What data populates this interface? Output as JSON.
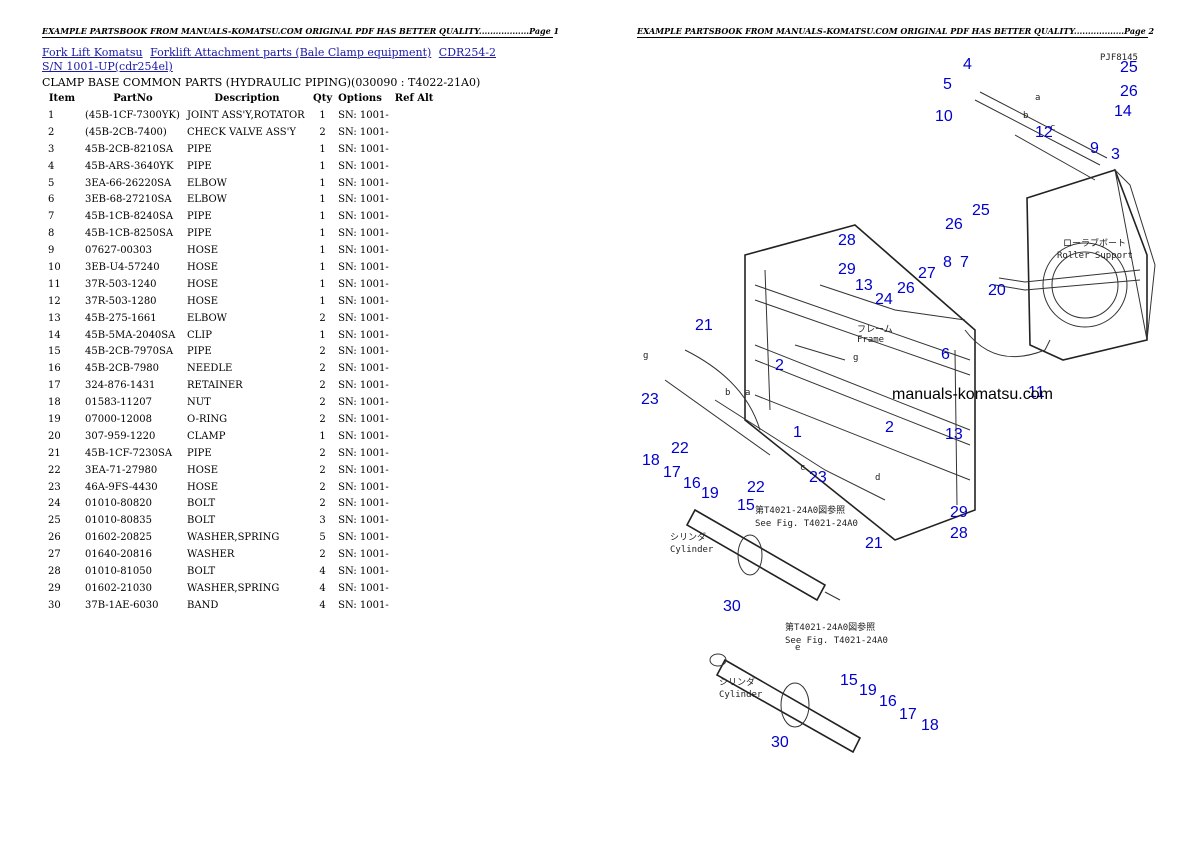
{
  "pages": [
    {
      "header": "EXAMPLE PARTSBOOK FROM MANUALS-KOMATSU.COM ORIGINAL PDF HAS BETTER QUALITY..................Page 1"
    },
    {
      "header": "EXAMPLE PARTSBOOK FROM MANUALS-KOMATSU.COM ORIGINAL PDF HAS BETTER QUALITY..................Page 2"
    }
  ],
  "breadcrumb": [
    "Fork Lift Komatsu",
    "Forklift Attachment parts (Bale Clamp equipment)",
    "CDR254-2 S/N 1001-UP(cdr254el)"
  ],
  "section_title": "CLAMP BASE COMMON PARTS (HYDRAULIC PIPING)(030090 : T4022-21A0)",
  "table": {
    "headers": [
      "Item",
      "PartNo",
      "Description",
      "Qty",
      "Options",
      "Ref Alt"
    ],
    "rows": [
      [
        "1",
        "(45B-1CF-7300YK)",
        "JOINT ASS'Y,ROTATOR",
        "1",
        "SN: 1001-",
        ""
      ],
      [
        "2",
        "(45B-2CB-7400)",
        "CHECK VALVE ASS'Y",
        "2",
        "SN: 1001-",
        ""
      ],
      [
        "3",
        "45B-2CB-8210SA",
        "PIPE",
        "1",
        "SN: 1001-",
        ""
      ],
      [
        "4",
        "45B-ARS-3640YK",
        "PIPE",
        "1",
        "SN: 1001-",
        ""
      ],
      [
        "5",
        "3EA-66-26220SA",
        "ELBOW",
        "1",
        "SN: 1001-",
        ""
      ],
      [
        "6",
        "3EB-68-27210SA",
        "ELBOW",
        "1",
        "SN: 1001-",
        ""
      ],
      [
        "7",
        "45B-1CB-8240SA",
        "PIPE",
        "1",
        "SN: 1001-",
        ""
      ],
      [
        "8",
        "45B-1CB-8250SA",
        "PIPE",
        "1",
        "SN: 1001-",
        ""
      ],
      [
        "9",
        "07627-00303",
        "HOSE",
        "1",
        "SN: 1001-",
        ""
      ],
      [
        "10",
        "3EB-U4-57240",
        "HOSE",
        "1",
        "SN: 1001-",
        ""
      ],
      [
        "11",
        "37R-503-1240",
        "HOSE",
        "1",
        "SN: 1001-",
        ""
      ],
      [
        "12",
        "37R-503-1280",
        "HOSE",
        "1",
        "SN: 1001-",
        ""
      ],
      [
        "13",
        "45B-275-1661",
        "ELBOW",
        "2",
        "SN: 1001-",
        ""
      ],
      [
        "14",
        "45B-5MA-2040SA",
        "CLIP",
        "1",
        "SN: 1001-",
        ""
      ],
      [
        "15",
        "45B-2CB-7970SA",
        "PIPE",
        "2",
        "SN: 1001-",
        ""
      ],
      [
        "16",
        "45B-2CB-7980",
        "NEEDLE",
        "2",
        "SN: 1001-",
        ""
      ],
      [
        "17",
        "324-876-1431",
        "RETAINER",
        "2",
        "SN: 1001-",
        ""
      ],
      [
        "18",
        "01583-11207",
        "NUT",
        "2",
        "SN: 1001-",
        ""
      ],
      [
        "19",
        "07000-12008",
        "O-RING",
        "2",
        "SN: 1001-",
        ""
      ],
      [
        "20",
        "307-959-1220",
        "CLAMP",
        "1",
        "SN: 1001-",
        ""
      ],
      [
        "21",
        "45B-1CF-7230SA",
        "PIPE",
        "2",
        "SN: 1001-",
        ""
      ],
      [
        "22",
        "3EA-71-27980",
        "HOSE",
        "2",
        "SN: 1001-",
        ""
      ],
      [
        "23",
        "46A-9FS-4430",
        "HOSE",
        "2",
        "SN: 1001-",
        ""
      ],
      [
        "24",
        "01010-80820",
        "BOLT",
        "2",
        "SN: 1001-",
        ""
      ],
      [
        "25",
        "01010-80835",
        "BOLT",
        "3",
        "SN: 1001-",
        ""
      ],
      [
        "26",
        "01602-20825",
        "WASHER,SPRING",
        "5",
        "SN: 1001-",
        ""
      ],
      [
        "27",
        "01640-20816",
        "WASHER",
        "2",
        "SN: 1001-",
        ""
      ],
      [
        "28",
        "01010-81050",
        "BOLT",
        "4",
        "SN: 1001-",
        ""
      ],
      [
        "29",
        "01602-21030",
        "WASHER,SPRING",
        "4",
        "SN: 1001-",
        ""
      ],
      [
        "30",
        "37B-1AE-6030",
        "BAND",
        "4",
        "SN: 1001-",
        ""
      ]
    ]
  },
  "diagram": {
    "figure_code": "PJF8145",
    "watermark": "manuals-komatsu.com",
    "labels_text": [
      "ローラブボート",
      "Roller Support",
      "フレーム",
      "Frame",
      "シリンダ",
      "Cylinder",
      "第T4021-24A0図参照",
      "See Fig. T4021-24A0"
    ],
    "letters": [
      "a",
      "b",
      "c",
      "d",
      "e",
      "g"
    ],
    "callouts": [
      "4",
      "5",
      "10",
      "25",
      "26",
      "14",
      "12",
      "9",
      "3",
      "28",
      "29",
      "13",
      "24",
      "26",
      "27",
      "8",
      "7",
      "20",
      "25",
      "26",
      "21",
      "6",
      "2",
      "11",
      "23",
      "22",
      "18",
      "17",
      "16",
      "19",
      "15",
      "30",
      "1",
      "2",
      "13",
      "23",
      "22",
      "29",
      "28",
      "21",
      "15",
      "19",
      "16",
      "17",
      "18",
      "30"
    ],
    "colors": {
      "callout": "#0000cc",
      "link": "#1a1aa6"
    }
  }
}
